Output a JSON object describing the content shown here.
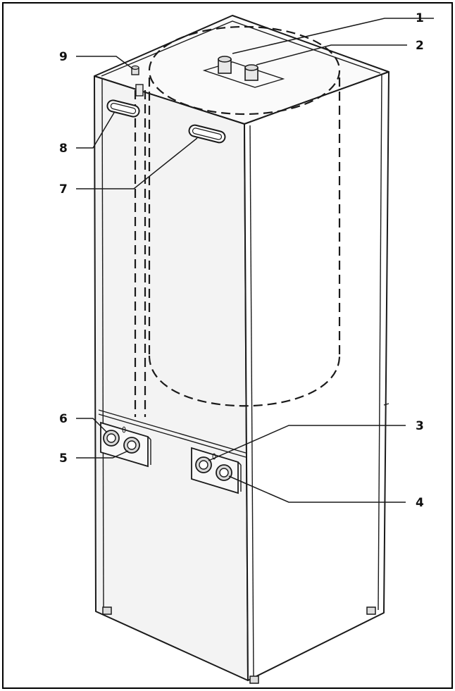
{
  "diagram": {
    "callouts": [
      {
        "id": 1,
        "label": "1"
      },
      {
        "id": 2,
        "label": "2"
      },
      {
        "id": 3,
        "label": "3"
      },
      {
        "id": 4,
        "label": "4"
      },
      {
        "id": 5,
        "label": "5"
      },
      {
        "id": 6,
        "label": "6"
      },
      {
        "id": 7,
        "label": "7"
      },
      {
        "id": 8,
        "label": "8"
      },
      {
        "id": 9,
        "label": "9"
      }
    ],
    "colors": {
      "line": "#1a1a1a",
      "front_face": "#f3f3f3",
      "side_face": "#ffffff",
      "top_face": "#fafafa",
      "border": "#000000"
    }
  }
}
